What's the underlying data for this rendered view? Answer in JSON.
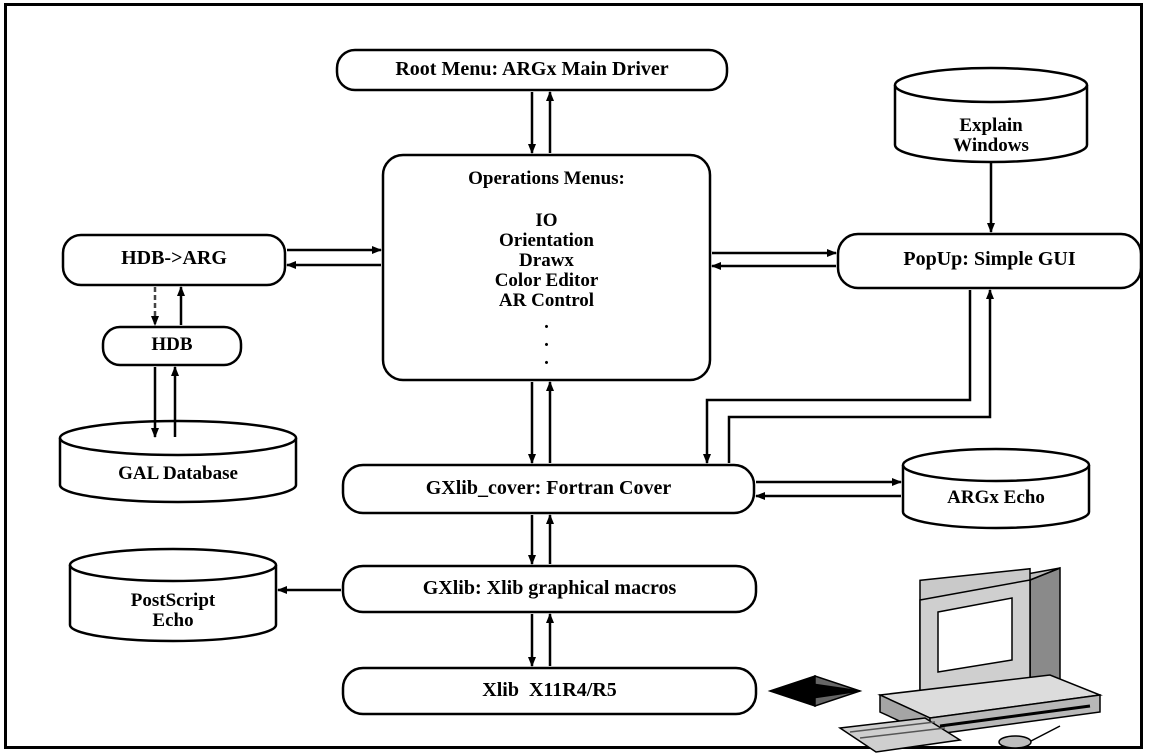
{
  "diagram": {
    "nodes": {
      "root_menu": "Root Menu: ARGx Main Driver",
      "operations": {
        "title": "Operations Menus:",
        "items": [
          "IO",
          "Orientation",
          "Drawx",
          "Color Editor",
          "AR Control"
        ],
        "ellipsis": [
          ".",
          ".",
          "."
        ]
      },
      "hdb_arg": "HDB->ARG",
      "hdb": "HDB",
      "gal_database": "GAL Database",
      "explain_windows": [
        "Explain",
        "Windows"
      ],
      "popup": "PopUp: Simple GUI",
      "gxlib_cover": "GXlib_cover: Fortran Cover",
      "argx_echo": "ARGx Echo",
      "gxlib": "GXlib: Xlib graphical macros",
      "postscript_echo": [
        "PostScript",
        "Echo"
      ],
      "xlib": "Xlib  X11R4/R5"
    },
    "workstation_icon": "computer-workstation-icon"
  }
}
